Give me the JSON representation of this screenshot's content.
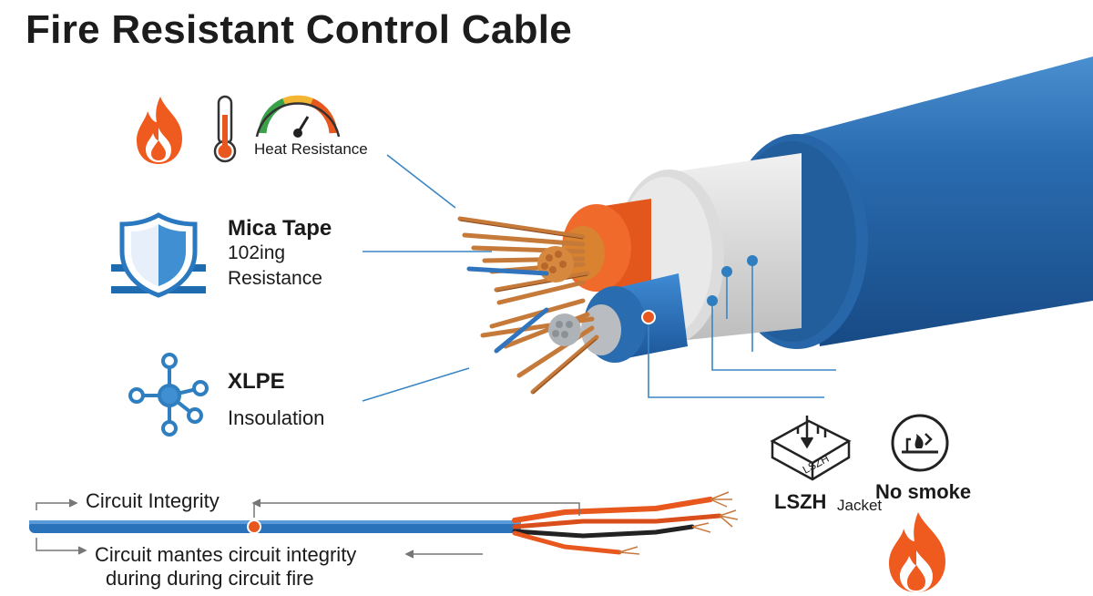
{
  "title": "Fire Resistant Control Cable",
  "heat_resistance": {
    "label": "Heat Resistance",
    "icons": [
      "flame-icon",
      "thermometer-icon",
      "gauge-icon"
    ]
  },
  "mica_tape": {
    "title": "Mica Tape",
    "line2": "102ing",
    "line3": "Resistance",
    "icon": "shield-icon"
  },
  "xlpe": {
    "title": "XLPE",
    "subtitle": "Insoulation",
    "icon": "molecule-icon"
  },
  "lszh": {
    "label": "LSZH",
    "sublabel": "Jacket",
    "badge_text": "LSZH",
    "icon": "lszh-box-icon"
  },
  "no_smoke": {
    "label": "No smoke",
    "icon": "no-smoke-icon"
  },
  "circuit_integrity": {
    "label": "Circuit Integrity",
    "bottom_line1": "Circuit mantes circuit integrity",
    "bottom_line2": "during during circuit fire"
  },
  "colors": {
    "jacket_blue": "#2a6cb0",
    "accent_orange": "#e8571e",
    "leader_blue": "#2f7fc0",
    "copper": "#c8783c"
  }
}
